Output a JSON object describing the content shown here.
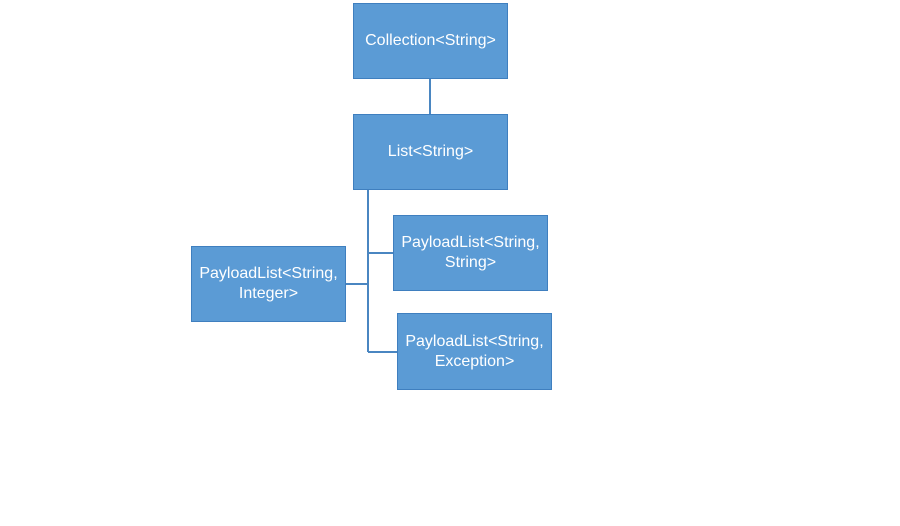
{
  "diagram": {
    "colors": {
      "node_fill": "#5b9bd5",
      "node_text": "#ffffff",
      "connector": "#4a86c1"
    },
    "nodes": {
      "collection": {
        "label": "Collection<String>"
      },
      "list": {
        "label": "List<String>"
      },
      "payload_string": {
        "label": "PayloadList<String,\nString>"
      },
      "payload_integer": {
        "label": "PayloadList<String,\nInteger>"
      },
      "payload_exception": {
        "label": "PayloadList<String,\nException>"
      }
    },
    "edges": [
      {
        "from": "collection",
        "to": "list"
      },
      {
        "from": "list",
        "to": "payload_string"
      },
      {
        "from": "list",
        "to": "payload_integer"
      },
      {
        "from": "list",
        "to": "payload_exception"
      }
    ]
  }
}
